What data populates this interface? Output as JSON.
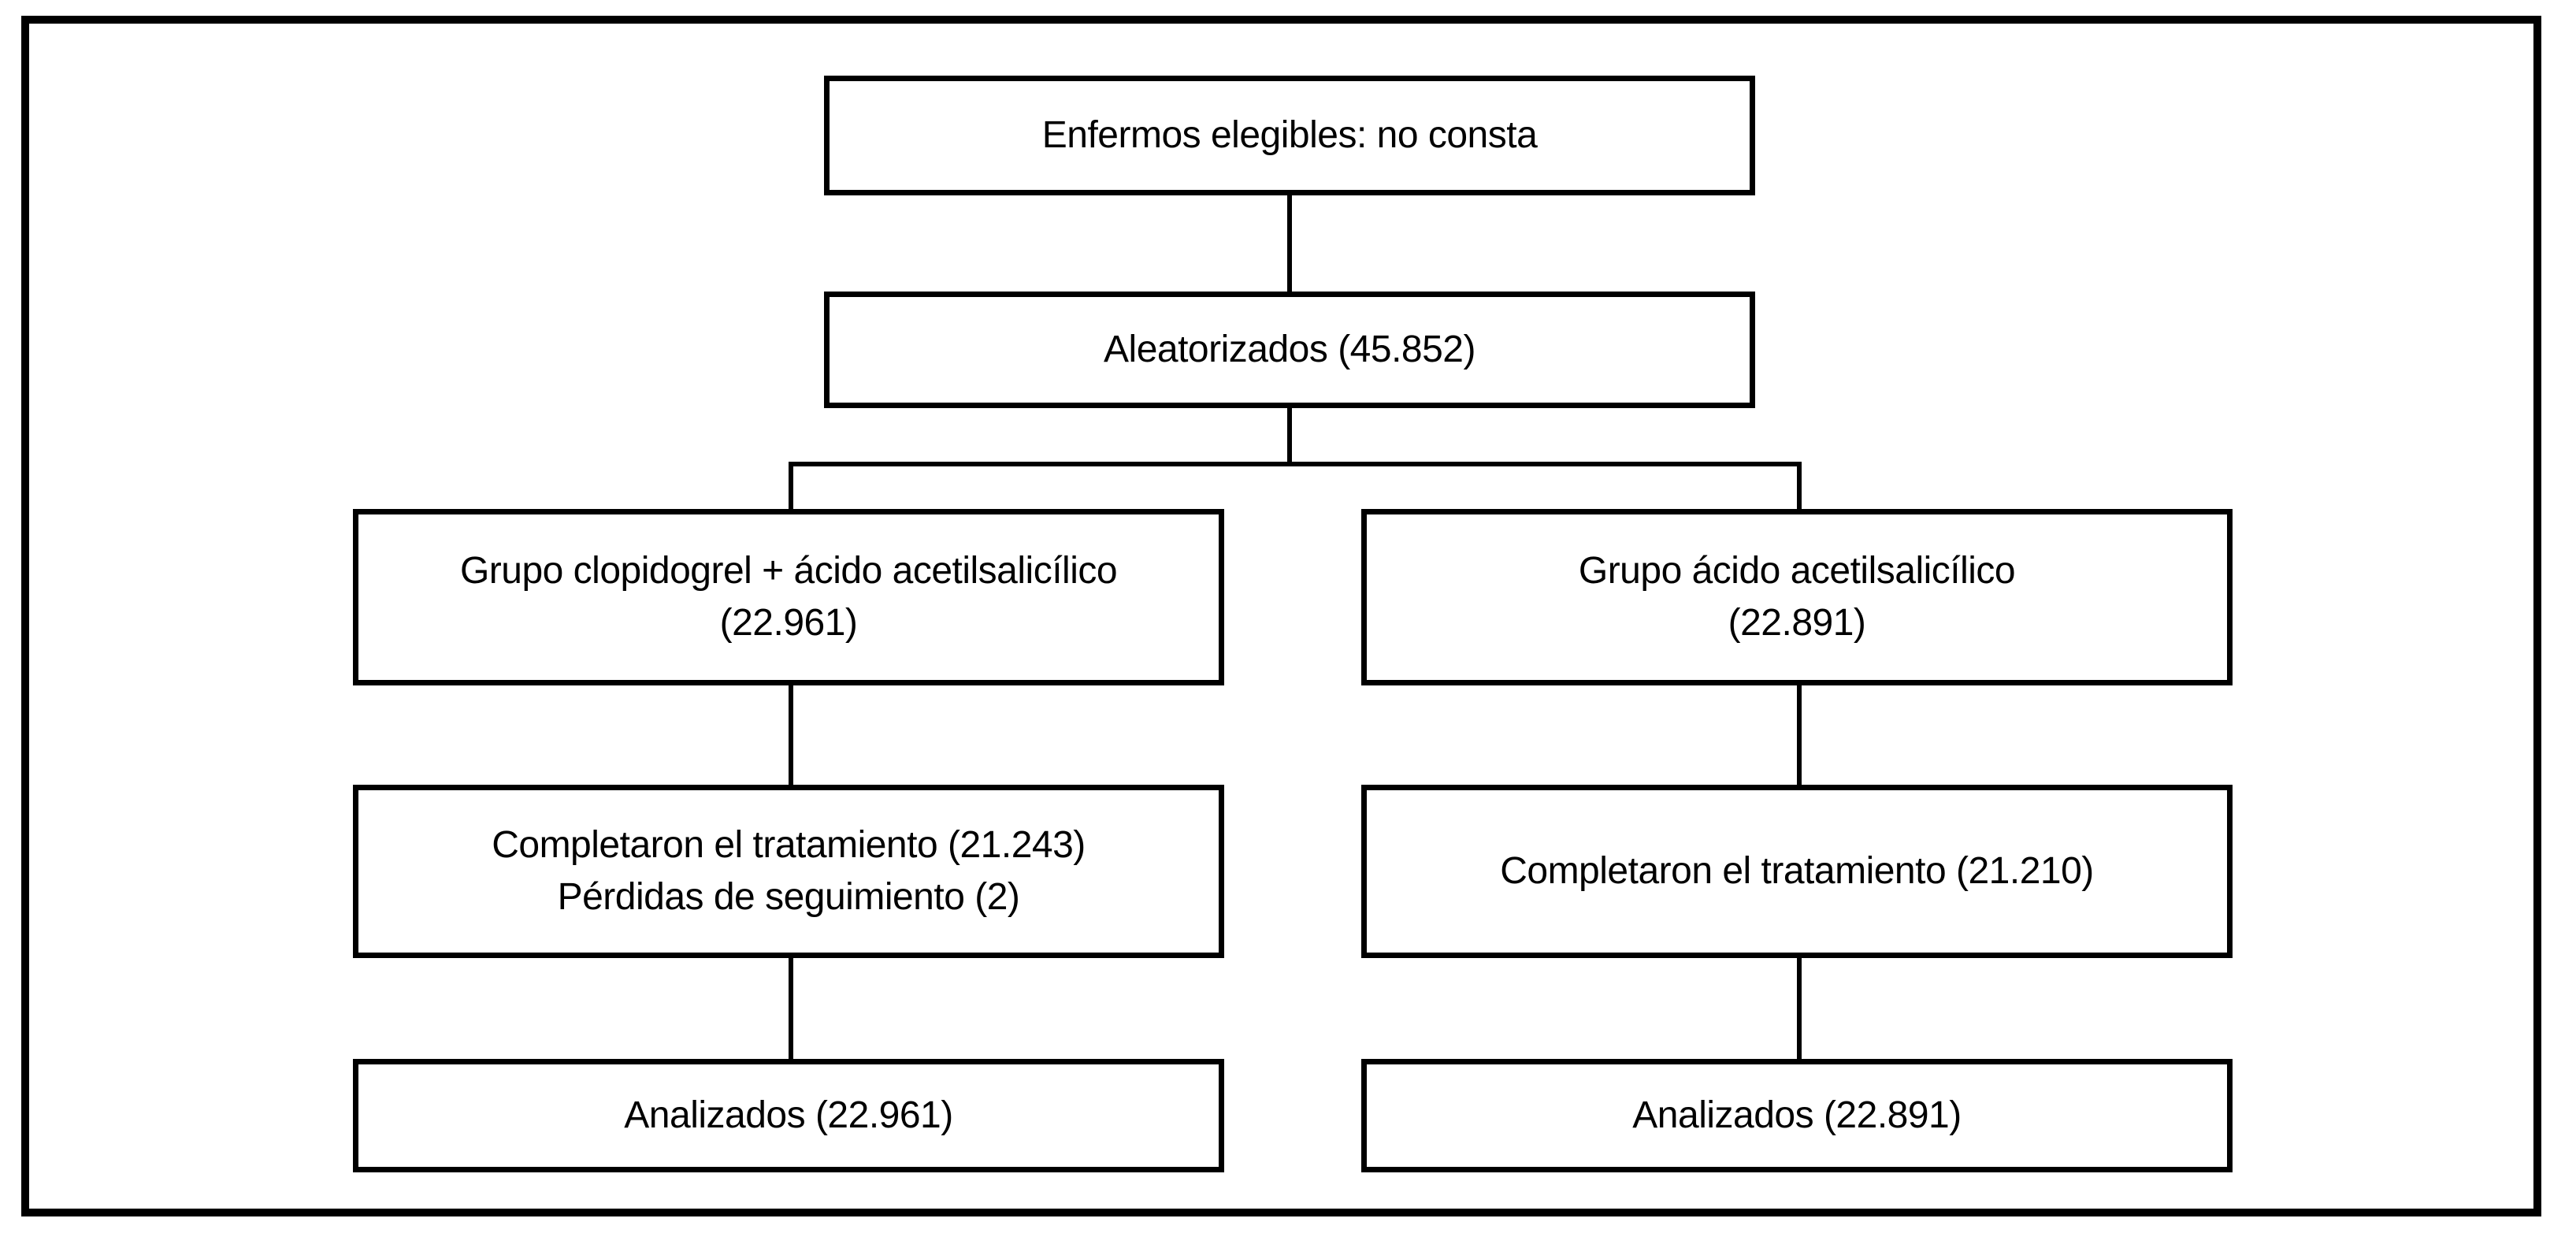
{
  "figure": {
    "type": "consort-flow-diagram",
    "colors": {
      "line": "#000000",
      "background": "#ffffff",
      "text": "#000000"
    },
    "boxes": {
      "eligible": {
        "lines": [
          "Enfermos elegibles: no consta"
        ]
      },
      "randomized": {
        "lines": [
          "Aleatorizados (45.852)"
        ]
      },
      "group_left": {
        "lines": [
          "Grupo clopidogrel + ácido acetilsalicílico",
          "(22.961)"
        ]
      },
      "group_right": {
        "lines": [
          "Grupo ácido acetilsalicílico",
          "(22.891)"
        ]
      },
      "completed_left": {
        "lines": [
          "Completaron el tratamiento (21.243)",
          "Pérdidas de seguimiento (2)"
        ]
      },
      "completed_right": {
        "lines": [
          "Completaron el tratamiento (21.210)"
        ]
      },
      "analyzed_left": {
        "lines": [
          "Analizados (22.961)"
        ]
      },
      "analyzed_right": {
        "lines": [
          "Analizados (22.891)"
        ]
      }
    }
  }
}
